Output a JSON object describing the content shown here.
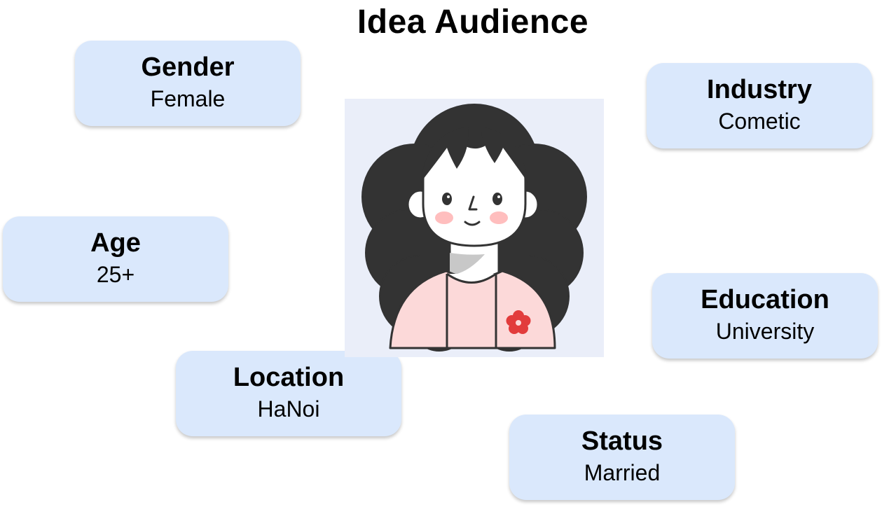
{
  "title": "Idea Audience",
  "attributes": {
    "gender": {
      "label": "Gender",
      "value": "Female"
    },
    "industry": {
      "label": "Industry",
      "value": "Cometic"
    },
    "age": {
      "label": "Age",
      "value": "25+"
    },
    "education": {
      "label": "Education",
      "value": "University"
    },
    "location": {
      "label": "Location",
      "value": "HaNoi"
    },
    "status": {
      "label": "Status",
      "value": "Married"
    }
  },
  "avatar": {
    "icon": "woman-avatar-icon"
  },
  "colors": {
    "card_background": "#dae8fc",
    "avatar_background": "#eaeef9",
    "hair": "#333333",
    "shirt": "#fcd9d9",
    "flower": "#e23c3c"
  }
}
